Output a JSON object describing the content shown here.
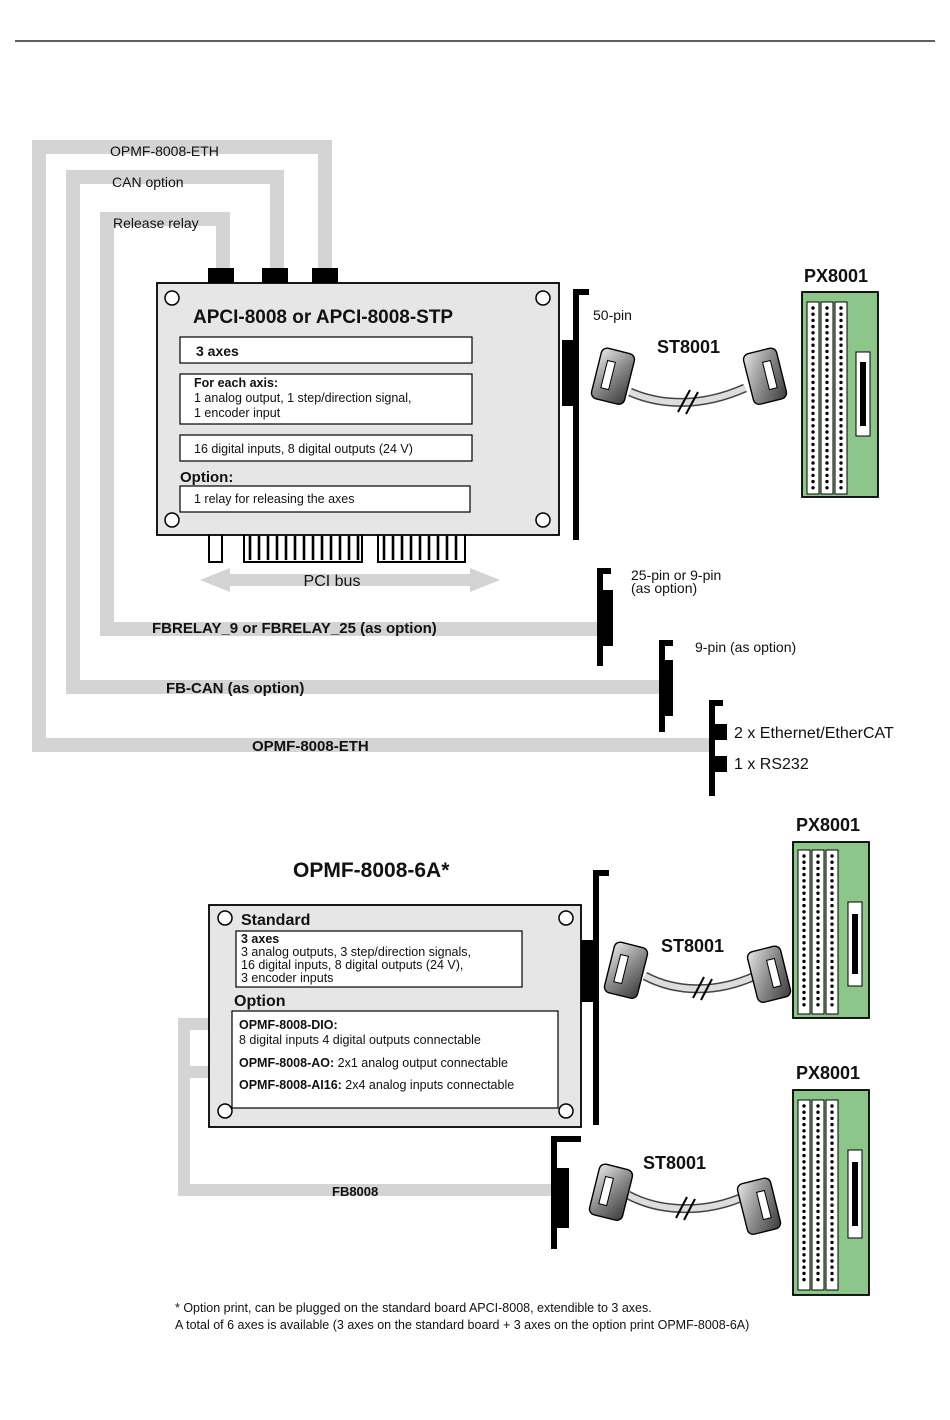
{
  "top": {
    "lines": {
      "eth": "OPMF-8008-ETH",
      "can": "CAN option",
      "relay": "Release relay"
    },
    "board": {
      "title": "APCI-8008 or APCI-8008-STP",
      "axes": "3 axes",
      "each_title": "For each axis:",
      "each_line1": "1 analog output, 1 step/direction signal,",
      "each_line2": "1 encoder input",
      "digital": "16 digital inputs, 8 digital outputs (24 V)",
      "option_title": "Option:",
      "option_text": "1 relay for releasing the axes",
      "bus": "PCI bus"
    },
    "connector_50": "50-pin",
    "cable": "ST8001",
    "terminal": "PX8001",
    "pin_25_line1": "25-pin or 9-pin",
    "pin_25_line2": "(as option)",
    "pin_9": "9-pin (as option)",
    "eth_ports": "2 x Ethernet/EtherCAT",
    "rs232": "1 x RS232",
    "fbrelay": "FBRELAY_9 or FBRELAY_25 (as option)",
    "fbcan": "FB-CAN (as option)",
    "opmf_eth": "OPMF-8008-ETH"
  },
  "bottom": {
    "title": "OPMF-8008-6A*",
    "standard_title": "Standard",
    "std_axes": "3 axes",
    "std_line1": "3 analog outputs, 3 step/direction signals,",
    "std_line2": "16 digital inputs, 8 digital outputs (24 V),",
    "std_line3": "3 encoder inputs",
    "option_title": "Option",
    "dio_title": "OPMF-8008-DIO:",
    "dio_text": "8 digital inputs 4 digital outputs connectable",
    "ao_title": "OPMF-8008-AO:",
    "ao_text": "2x1 analog output connectable",
    "ai_title": "OPMF-8008-AI16:",
    "ai_text": "2x4 analog inputs connectable",
    "cable1": "ST8001",
    "cable2": "ST8001",
    "terminal1": "PX8001",
    "terminal2": "PX8001",
    "fb8008": "FB8008"
  },
  "footnote": {
    "line1": "* Option print, can be plugged on the standard board APCI-8008, extendible to 3 axes.",
    "line2": "A total of 6 axes is available (3 axes on the standard board + 3 axes on the option print OPMF-8008-6A)"
  },
  "colors": {
    "terminal_green": "#8cc68a",
    "line_gray": "#d4d4d4",
    "board_gray": "#e6e6e6"
  }
}
